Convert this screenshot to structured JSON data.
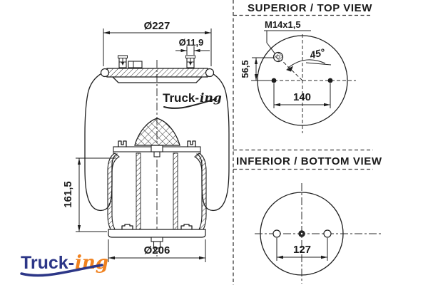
{
  "drawing": {
    "main_view": {
      "dim_top_diameter": "Ø227",
      "dim_stud_diameter": "Ø11,9",
      "dim_height": "161,5",
      "dim_bottom_diameter": "Ø206"
    },
    "top_view": {
      "title": "SUPERIOR / TOP VIEW",
      "dim_thread": "M14x1,5",
      "dim_angle": "45°",
      "dim_offset": "56,5",
      "dim_stud_spacing": "140"
    },
    "bottom_view": {
      "title": "INFERIOR / BOTTOM VIEW",
      "dim_hole_spacing": "127"
    }
  },
  "branding": {
    "watermark": {
      "part1": "Truck-",
      "part2": "ing"
    },
    "logo": {
      "part1": "Truck-",
      "part2": "ing"
    },
    "colors": {
      "navy": "#2c3687",
      "orange": "#f08220",
      "line": "#1f1f1f"
    }
  }
}
